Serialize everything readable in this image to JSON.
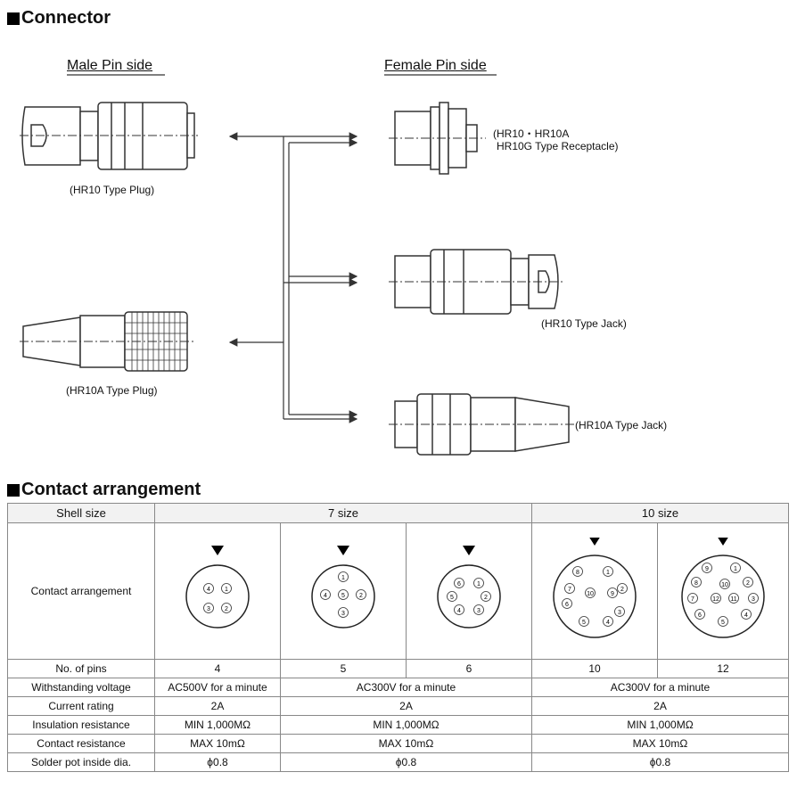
{
  "connector": {
    "heading": "Connector",
    "male_label": "Male Pin side",
    "female_label": "Female Pin side",
    "captions": {
      "hr10_plug": "(HR10 Type Plug)",
      "hr10a_plug": "(HR10A Type Plug)",
      "receptacle_line1": "(HR10・HR10A",
      "receptacle_line2": "HR10G  Type Receptacle)",
      "hr10_jack": "(HR10 Type Jack)",
      "hr10a_jack": "(HR10A Type Jack)"
    }
  },
  "contact": {
    "heading": "Contact arrangement",
    "shell_size_label": "Shell size",
    "size7": "7 size",
    "size10": "10 size",
    "contact_arrangement_label": "Contact arrangement",
    "rows": [
      {
        "label": "No. of pins",
        "cells": [
          {
            "text": "4",
            "span": 1
          },
          {
            "text": "5",
            "span": 1
          },
          {
            "text": "6",
            "span": 1
          },
          {
            "text": "10",
            "span": 1
          },
          {
            "text": "12",
            "span": 1
          }
        ]
      },
      {
        "label": "Withstanding voltage",
        "cells": [
          {
            "text": "AC500V for a minute",
            "span": 1
          },
          {
            "text": "AC300V for a minute",
            "span": 2
          },
          {
            "text": "AC300V for a minute",
            "span": 2
          }
        ]
      },
      {
        "label": "Current rating",
        "cells": [
          {
            "text": "2A",
            "span": 1
          },
          {
            "text": "2A",
            "span": 2
          },
          {
            "text": "2A",
            "span": 2
          }
        ]
      },
      {
        "label": "Insulation resistance",
        "cells": [
          {
            "text": "MIN 1,000MΩ",
            "span": 1
          },
          {
            "text": "MIN 1,000MΩ",
            "span": 2
          },
          {
            "text": "MIN 1,000MΩ",
            "span": 2
          }
        ]
      },
      {
        "label": "Contact resistance",
        "cells": [
          {
            "text": "MAX 10mΩ",
            "span": 1
          },
          {
            "text": "MAX 10mΩ",
            "span": 2
          },
          {
            "text": "MAX 10mΩ",
            "span": 2
          }
        ]
      },
      {
        "label": "Solder pot inside dia.",
        "cells": [
          {
            "text": "ϕ0.8",
            "span": 1
          },
          {
            "text": "ϕ0.8",
            "span": 2
          },
          {
            "text": "ϕ0.8",
            "span": 2
          }
        ]
      }
    ],
    "pin_layouts": [
      {
        "pins": [
          "4",
          "1",
          "3",
          "2"
        ]
      },
      {
        "pins": [
          "1",
          "4",
          "5",
          "2",
          "3"
        ]
      },
      {
        "pins": [
          "6",
          "1",
          "5",
          "2",
          "4",
          "3"
        ]
      },
      {
        "pins": [
          "8",
          "1",
          "7",
          "10",
          "9",
          "2",
          "6",
          "3",
          "5",
          "4"
        ]
      },
      {
        "pins": [
          "9",
          "1",
          "8",
          "10",
          "2",
          "7",
          "12",
          "11",
          "3",
          "6",
          "4",
          "5"
        ]
      }
    ]
  }
}
